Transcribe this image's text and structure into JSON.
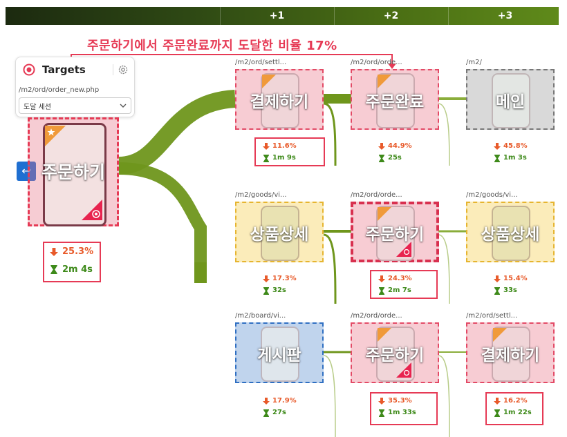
{
  "header": {
    "steps": [
      "+1",
      "+2",
      "+3"
    ]
  },
  "annotation": {
    "text": "주문하기에서 주문완료까지 도달한 비율 17%"
  },
  "targets_panel": {
    "title": "Targets",
    "path": "/m2/ord/order_new.php",
    "select_value": "도달 세션",
    "icons": [
      "target-icon",
      "gear-icon",
      "chevron-down-icon"
    ]
  },
  "origin": {
    "label": "주문하기",
    "percent": "25.3%",
    "time": "2m 4s"
  },
  "nodes": [
    {
      "id": "n11",
      "url": "/m2/ord/settl...",
      "label": "결제하기",
      "percent": "11.6%",
      "time": "1m 9s",
      "style": "pink"
    },
    {
      "id": "n12",
      "url": "/m2/ord/orde...",
      "label": "주문완료",
      "percent": "44.9%",
      "time": "25s",
      "style": "pink"
    },
    {
      "id": "n13",
      "url": "/m2/",
      "label": "메인",
      "percent": "45.8%",
      "time": "1m 3s",
      "style": "gray"
    },
    {
      "id": "n21",
      "url": "/m2/goods/vi...",
      "label": "상품상세",
      "percent": "17.3%",
      "time": "32s",
      "style": "yellow"
    },
    {
      "id": "n22",
      "url": "/m2/ord/orde...",
      "label": "주문하기",
      "percent": "24.3%",
      "time": "2m 7s",
      "style": "pinksolid"
    },
    {
      "id": "n23",
      "url": "/m2/goods/vi...",
      "label": "상품상세",
      "percent": "15.4%",
      "time": "33s",
      "style": "yellow"
    },
    {
      "id": "n31",
      "url": "/m2/board/vi...",
      "label": "게시판",
      "percent": "17.9%",
      "time": "27s",
      "style": "blue"
    },
    {
      "id": "n32",
      "url": "/m2/ord/orde...",
      "label": "주문하기",
      "percent": "35.3%",
      "time": "1m 33s",
      "style": "pink"
    },
    {
      "id": "n33",
      "url": "/m2/ord/settl...",
      "label": "결제하기",
      "percent": "16.2%",
      "time": "1m 22s",
      "style": "pink"
    }
  ],
  "colors": {
    "accent_red": "#e63a55",
    "flow_green": "#6f961c",
    "percent_orange": "#e85a2a",
    "time_green": "#3e8a1a",
    "back_blue": "#1f6fd1"
  },
  "back_icon": "back-arrow-icon"
}
